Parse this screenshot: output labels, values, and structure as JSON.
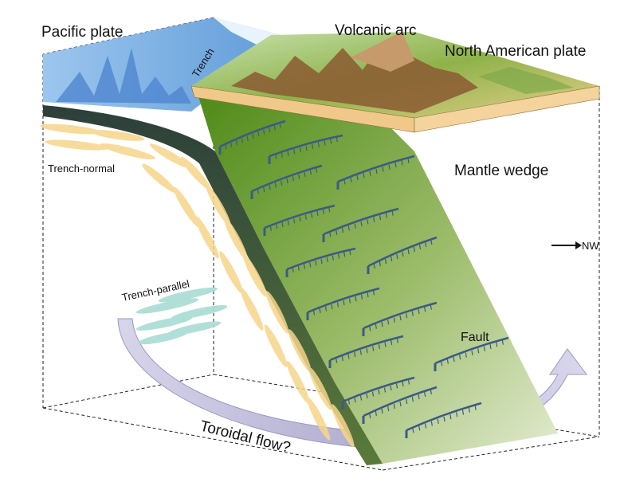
{
  "labels": {
    "pacific_plate": "Pacific plate",
    "trench": "Trench",
    "volcanic_arc": "Volcanic arc",
    "north_american_plate": "North American plate",
    "mantle_wedge": "Mantle wedge",
    "trench_normal": "Trench-normal",
    "trench_parallel": "Trench-parallel",
    "fault": "Fault",
    "toroidal_flow": "Toroidal flow?",
    "direction": "NW"
  },
  "colors": {
    "ocean": "#7fb3e6",
    "slab_green": "#5c8f1e",
    "slab_dark": "#2f4f2a",
    "fault_blue": "#3d5a86",
    "ellipse_yellow": "#f6d58a",
    "ellipse_teal": "#a8dcd3",
    "toroidal": "#b9b6d6",
    "plate_tan": "#f0c98a"
  }
}
